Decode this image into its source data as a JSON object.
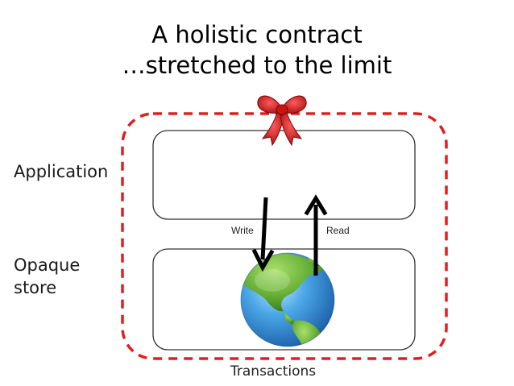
{
  "title": {
    "line1": "A holistic contract",
    "line2": "…stretched to the limit"
  },
  "labels": {
    "application": "Application",
    "opaque_store": "Opaque\nstore",
    "write": "Write",
    "read": "Read",
    "transactions": "Transactions"
  },
  "colors": {
    "dashed_border": "#e02020",
    "bow": "#cc1111",
    "ocean": "#2e8fd6",
    "land": "#5da830"
  },
  "icons": {
    "bow": "ribbon-bow-icon",
    "globe": "globe-icon"
  }
}
